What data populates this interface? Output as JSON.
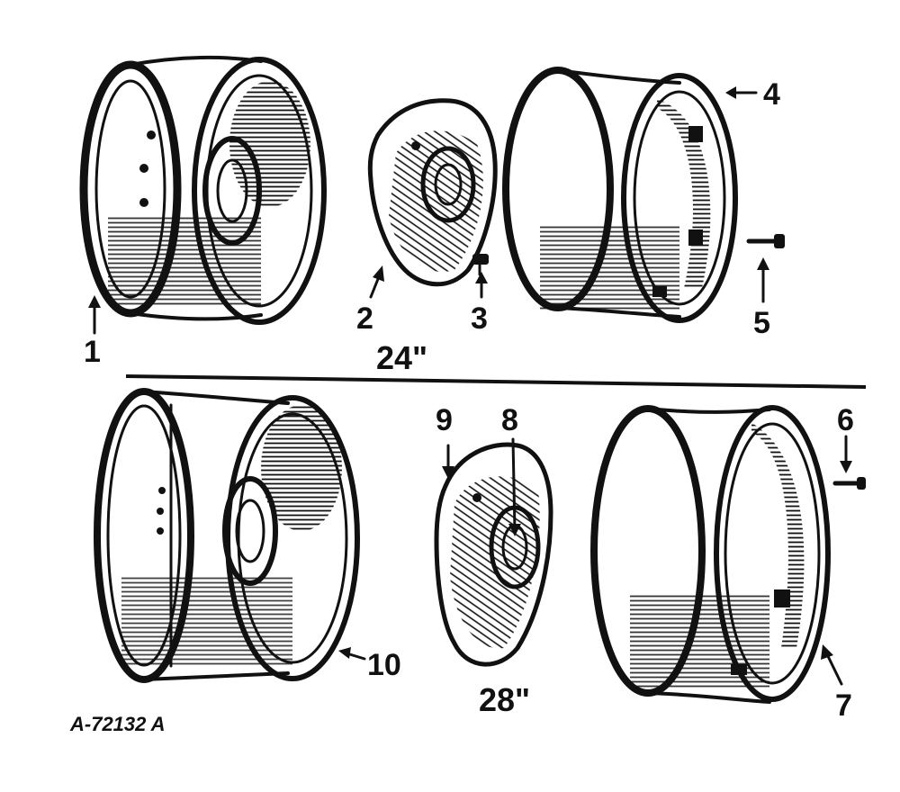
{
  "callouts": [
    "1",
    "2",
    "3",
    "4",
    "5",
    "6",
    "7",
    "8",
    "9",
    "10"
  ],
  "section_labels": {
    "upper": "24\"",
    "lower": "28\""
  },
  "figure_id": "A-72132 A",
  "colors": {
    "ink": "#111111",
    "paper": "#ffffff"
  }
}
